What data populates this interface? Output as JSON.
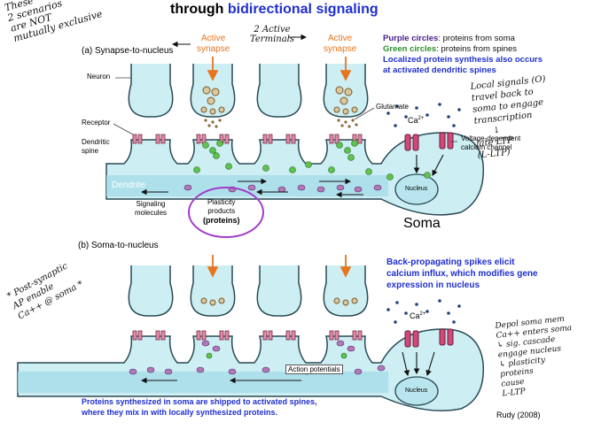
{
  "header": {
    "prefix": "through ",
    "emphasis": "bidirectional signaling"
  },
  "section_a": {
    "title": "(a) Synapse-to-nucleus",
    "active_synapse_left": [
      "Active",
      "synapse"
    ],
    "active_synapse_right": [
      "Active",
      "synapse"
    ],
    "labels": {
      "neuron": "Neuron",
      "receptor": "Receptor",
      "dendritic_spine": [
        "Dendritic",
        "spine"
      ],
      "glutamate": "Glutamate",
      "ca": "Ca",
      "ca_sup": "2+",
      "vdcc": [
        "Voltage-dependent",
        "calcium channel"
      ],
      "dendrite": "Dendrite",
      "nucleus": "Nucleus",
      "signaling_molecules": [
        "Signaling",
        "molecules"
      ],
      "plasticity_products": [
        "Plasticity",
        "products"
      ],
      "proteins": "(proteins)",
      "soma": "Soma"
    },
    "legend": {
      "purple_bold": "Purple circles",
      "purple_rest": ": proteins from soma",
      "green_bold": "Green circles",
      "green_rest": ": proteins from spines",
      "local_synthesis": [
        "Localized protein synthesis also occurs",
        "at activated dendritic spines"
      ]
    }
  },
  "section_b": {
    "title": "(b) Soma-to-nucleus",
    "bap_text": [
      "Back-propagating spikes elicit",
      "calcium influx, which modifies gene",
      "expression in nucleus"
    ],
    "action_potentials": "Action potentials",
    "nucleus": "Nucleus",
    "ca": "Ca",
    "ca_sup": "2+",
    "proteins_text": [
      "Proteins synthesized in soma are shipped to activated spines,",
      "where they mix in with locally synthesized proteins."
    ],
    "citation": "Rudy (2008)"
  },
  "handwritten": {
    "top_left": [
      "These",
      "2 scenarios",
      "are NOT",
      "mutually exclusive"
    ],
    "top_middle": [
      "2 Active",
      "Terminals"
    ],
    "right_a": [
      "Local signals (O)",
      "travel back to",
      "soma to engage",
      "transcription",
      "↓",
      "late LTP",
      "(L-LTP)"
    ],
    "left_b": [
      "* Post-synaptic",
      "AP enable",
      "Ca++ @ soma *"
    ],
    "right_b": [
      "Depol soma mem",
      "Ca++ enters soma",
      "↳ sig. cascade",
      "engage nucleus",
      "↳ plasticity",
      "proteins",
      "cause",
      "L-LTP"
    ]
  },
  "colors": {
    "title_blue": "#1f2fcf",
    "orange": "#e8741c",
    "purple_text": "#4a1c8c",
    "green_text": "#2f8f2f",
    "cytoplasm": "#cdeef3",
    "outline": "#2a4a55",
    "green_protein": "#5fc24e",
    "purple_protein": "#b07ab8",
    "receptor": "#e08aa8",
    "circle_purple": "#a23cc8"
  }
}
